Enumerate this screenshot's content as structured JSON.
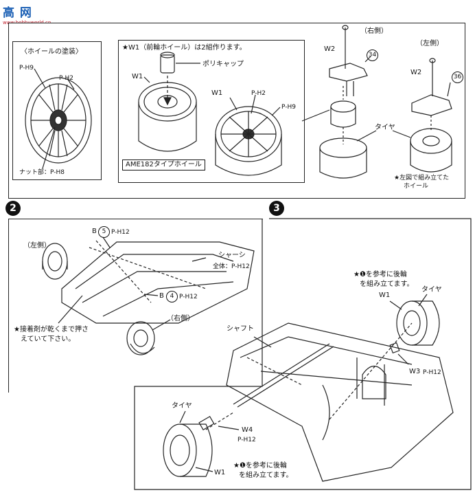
{
  "logo": {
    "main": "高 网",
    "sub": "www.hobbyworld.cn"
  },
  "section1": {
    "paint_title": "〈ホイールの塗装〉",
    "paint_p1": "P-H9",
    "paint_p2": "P-H2",
    "nut_label": "ナット部：P-H8",
    "note_front_wheel": "★W1（前輪ホイール）は2組作ります。",
    "poly_cap": "ポリキャップ",
    "w1_a": "W1",
    "w1_b": "W1",
    "wheel_type": "AME182タイプホイール",
    "p_h2": "P-H2",
    "p_h9": "P-H9",
    "right_side": "（右側）",
    "left_side": "（左側）",
    "w2_a": "W2",
    "w2_b": "W2",
    "part34": "34",
    "part36": "36",
    "tire": "タイヤ",
    "note_left_assemble_1": "★左図で組み立てた",
    "note_left_assemble_2": "ホイール"
  },
  "section2": {
    "step": "2",
    "b5": "B",
    "b5_num": "5",
    "b5_p": "P-H12",
    "chassis": "シャーシ",
    "whole": "全体：P-H12",
    "left_side": "（左側）",
    "right_side": "（右側）",
    "b4": "B",
    "b4_num": "4",
    "b4_p": "P-H12",
    "glue_note_1": "★接着剤が乾くまで押さ",
    "glue_note_2": "えていて下さい。"
  },
  "section3": {
    "step": "3",
    "rear_note_1": "★❶を参考に後輪",
    "rear_note_2": "を組み立てます。",
    "w1_top": "W1",
    "tire_top": "タイヤ",
    "shaft": "シャフト",
    "w3": "W3",
    "w3_p": "P-H12",
    "tire_bottom": "タイヤ",
    "w4": "W4",
    "w4_p": "P-H12",
    "w1_bottom": "W1",
    "rear_note_bottom_1": "★❶を参考に後輪",
    "rear_note_bottom_2": "を組み立てます。"
  }
}
